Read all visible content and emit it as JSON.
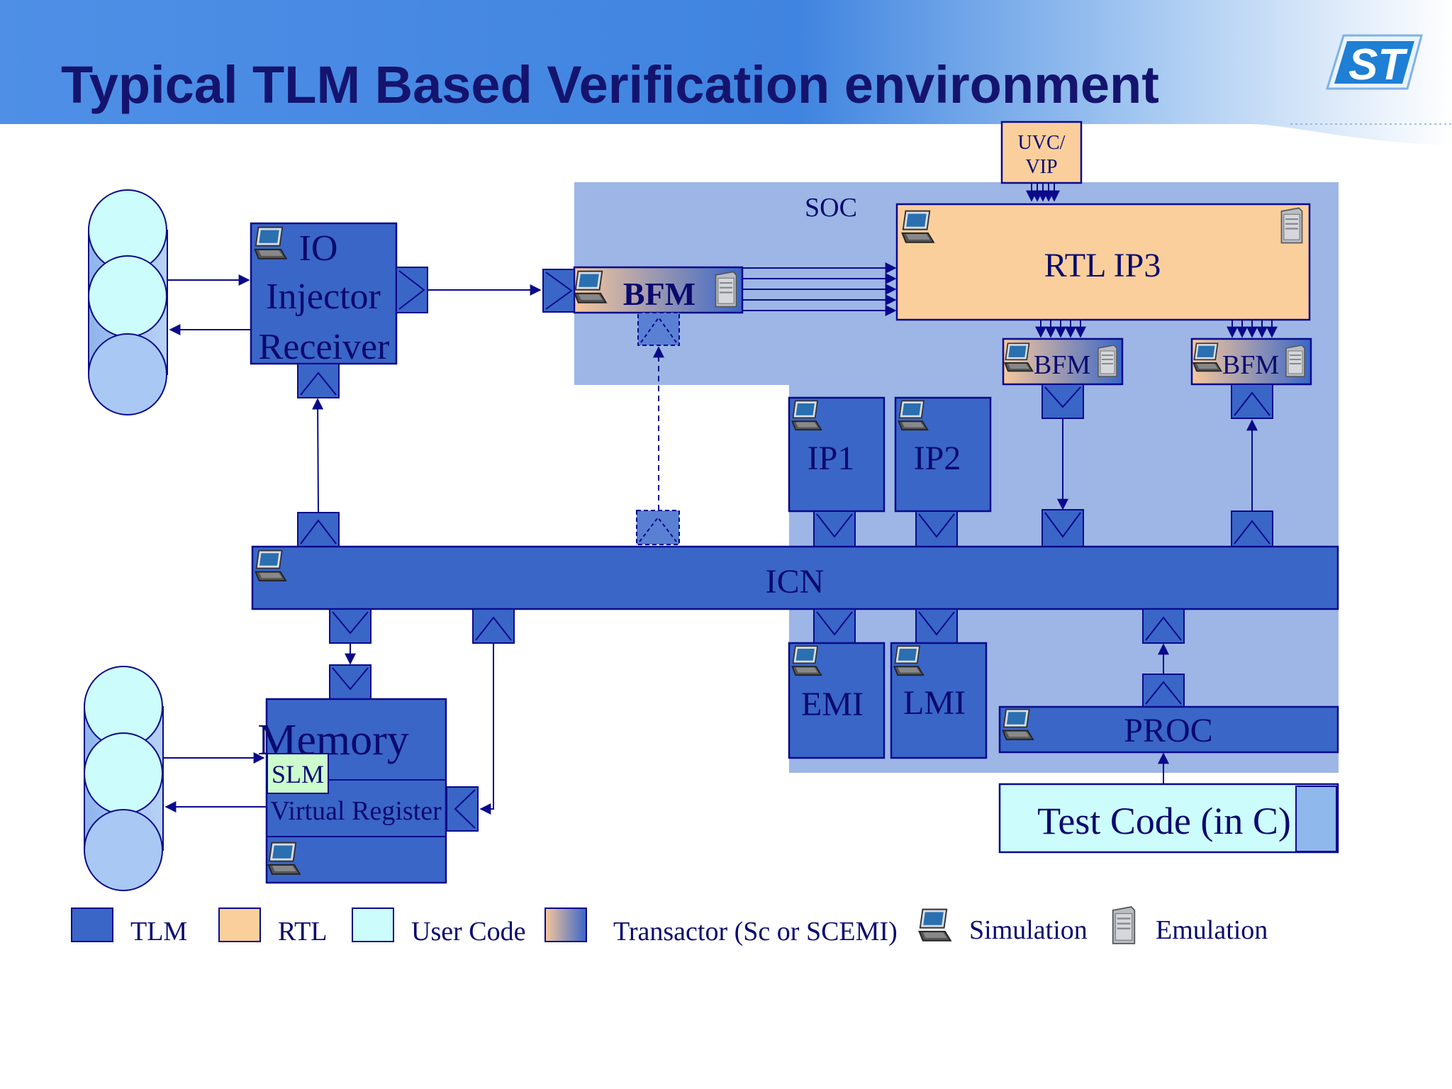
{
  "title": "Typical TLM Based Verification environment",
  "logo": {
    "text": "ST",
    "icon": "st-logo-icon"
  },
  "diagram": {
    "soc_label": "SOC",
    "uvc_vip": [
      "UVC/",
      "VIP"
    ],
    "rtl_ip3": "RTL IP3",
    "bfm": "BFM",
    "io_injector": [
      "IO",
      "Injector",
      "Receiver"
    ],
    "ip1": "IP1",
    "ip2": "IP2",
    "icn": "ICN",
    "emi": "EMI",
    "lmi": "LMI",
    "proc": "PROC",
    "test_code": "Test Code (in C)",
    "memory": "Memory",
    "slm": "SLM",
    "virtual_register": "Virtual Register"
  },
  "legend": {
    "tlm": "TLM",
    "rtl": "RTL",
    "user_code": "User Code",
    "transactor": "Transactor (Sc or SCEMI)",
    "simulation": "Simulation",
    "emulation": "Emulation"
  },
  "colors": {
    "tlm": "#3a66c8",
    "rtl": "#fbcf9c",
    "user_code": "#ccfcfc",
    "soc_region": "#9db6e6",
    "outline": "#0a0a8a",
    "title": "#14146e"
  }
}
